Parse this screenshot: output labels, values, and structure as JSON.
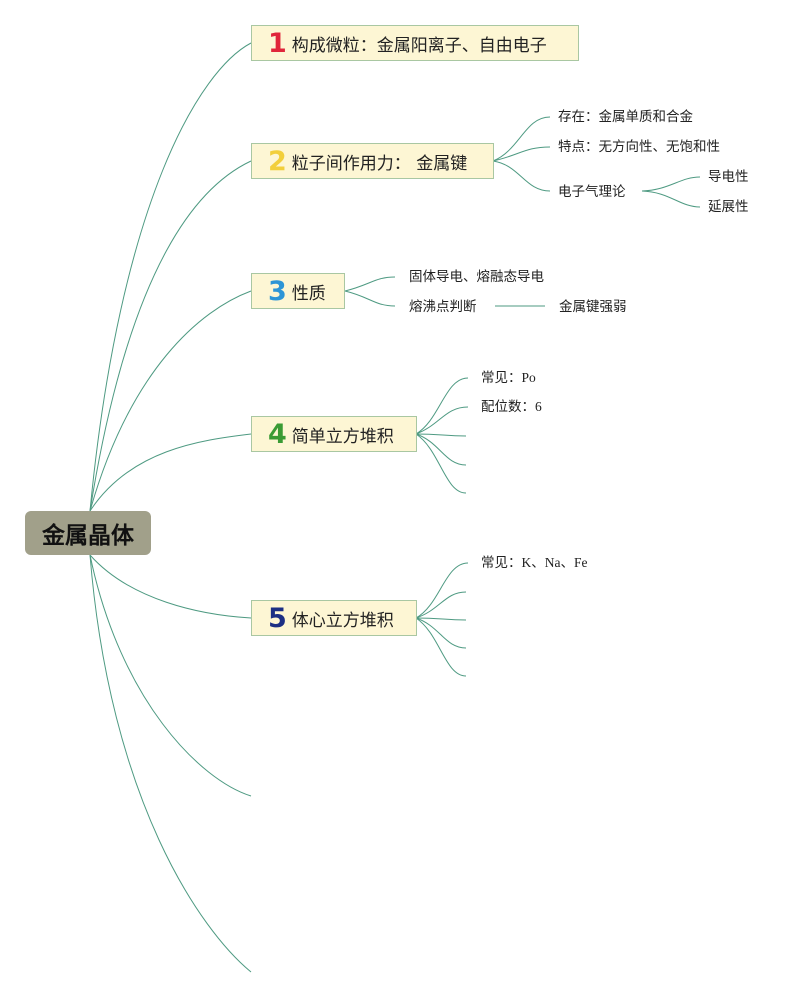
{
  "root": {
    "label": "金属晶体"
  },
  "topics": [
    {
      "number": "1",
      "number_color": "#e0263a",
      "label": "构成微粒：金属阳离子、自由电子"
    },
    {
      "number": "2",
      "number_color": "#f2cf3b",
      "label": "粒子间作用力： 金属键"
    },
    {
      "number": "3",
      "number_color": "#2d95d6",
      "label": "性质"
    },
    {
      "number": "4",
      "number_color": "#3a9b34",
      "label": "简单立方堆积"
    },
    {
      "number": "5",
      "number_color": "#1c2f84",
      "label": "体心立方堆积"
    }
  ],
  "topic2_children": {
    "exist": "存在：金属单质和合金",
    "feature": "特点：无方向性、无饱和性",
    "theory": "电子气理论",
    "theory_children": [
      "导电性",
      "延展性"
    ]
  },
  "topic3_children": {
    "conduct": "固体导电、熔融态导电",
    "melt": "熔沸点判断",
    "melt_child": "金属键强弱"
  },
  "topic4_children": {
    "common": "常见：Po",
    "coord": "配位数：6"
  },
  "topic5_children": {
    "common": "常见：K、Na、Fe"
  }
}
